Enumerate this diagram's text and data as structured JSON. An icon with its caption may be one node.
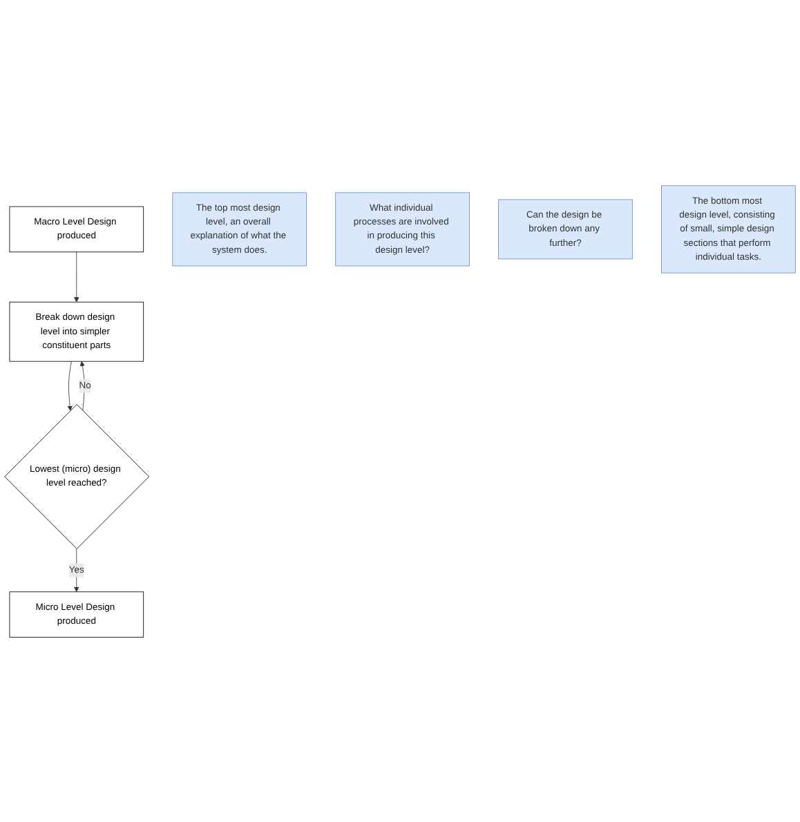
{
  "diagram": {
    "nodes": [
      {
        "text": [
          "Macro Level Design produced"
        ]
      },
      {
        "text": [
          "The top most design level, an overall explanation of what the system does."
        ]
      },
      {
        "text": [
          "Break down design level into simpler constituent parts"
        ]
      },
      {
        "text": [
          "What individual processes are involved in producing this design level?"
        ]
      },
      {
        "text": [
          "Lowest (micro) design level reached?"
        ]
      },
      {
        "text": [
          "Can the design be broken down any further?"
        ]
      },
      {
        "text": [
          "Micro Level Design produced"
        ]
      },
      {
        "text": [
          "The bottom most design level, consisting of small, simple design sections that perform individual tasks."
        ]
      }
    ],
    "edges": [
      {
        "from": 0,
        "to": 2,
        "arrow": "to"
      },
      {
        "from": 2,
        "to": 4,
        "arrow": "to"
      },
      {
        "from": 4,
        "to": 2,
        "arrow": "to",
        "label": "No"
      },
      {
        "from": 4,
        "to": 6,
        "arrow": "to",
        "label": "Yes"
      }
    ]
  }
}
